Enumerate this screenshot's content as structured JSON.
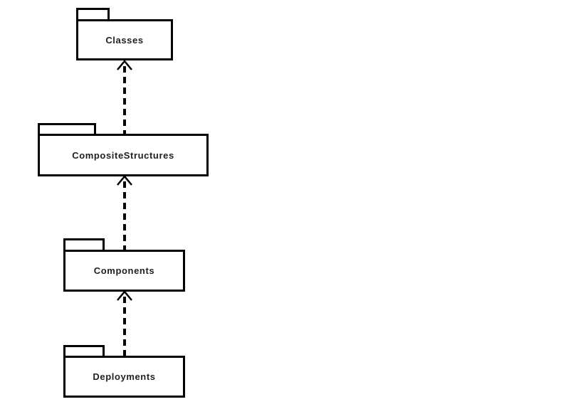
{
  "diagram": {
    "type": "uml-package-diagram",
    "background_color": "#ffffff",
    "stroke_color": "#000000",
    "text_color": "#1f1f1f",
    "packages": [
      {
        "id": "classes",
        "label": "Classes"
      },
      {
        "id": "composite-structures",
        "label": "CompositeStructures"
      },
      {
        "id": "components",
        "label": "Components"
      },
      {
        "id": "deployments",
        "label": "Deployments"
      }
    ],
    "dependencies": [
      {
        "from": "CompositeStructures",
        "to": "Classes",
        "style": "dashed-open-arrow"
      },
      {
        "from": "Components",
        "to": "CompositeStructures",
        "style": "dashed-open-arrow"
      },
      {
        "from": "Deployments",
        "to": "Components",
        "style": "dashed-open-arrow"
      }
    ]
  }
}
